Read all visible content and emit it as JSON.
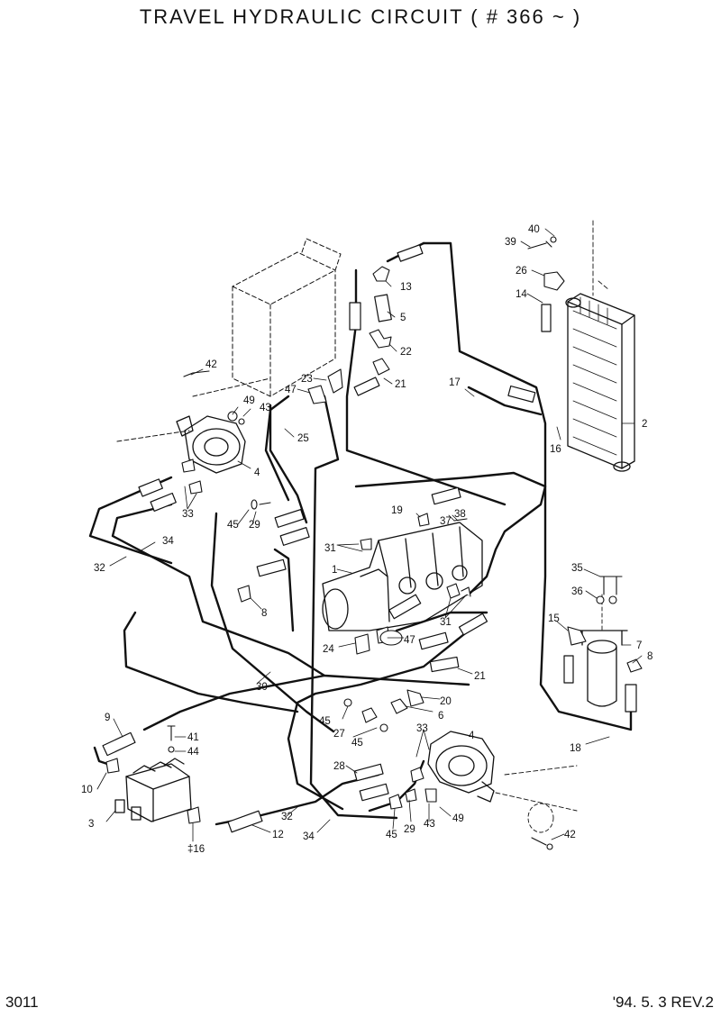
{
  "title": "TRAVEL  HYDRAULIC  CIRCUIT  ( # 366 ~ )",
  "page_number": "3011",
  "revision": "'94. 5. 3 REV.2",
  "part_labels": [
    {
      "id": "p1",
      "text": "1"
    },
    {
      "id": "p2",
      "text": "2"
    },
    {
      "id": "p3",
      "text": "3"
    },
    {
      "id": "p4a",
      "text": "4"
    },
    {
      "id": "p4b",
      "text": "4"
    },
    {
      "id": "p5",
      "text": "5"
    },
    {
      "id": "p6",
      "text": "6"
    },
    {
      "id": "p7",
      "text": "7"
    },
    {
      "id": "p8a",
      "text": "8"
    },
    {
      "id": "p8b",
      "text": "8"
    },
    {
      "id": "p9",
      "text": "9"
    },
    {
      "id": "p10",
      "text": "10"
    },
    {
      "id": "p12",
      "text": "12"
    },
    {
      "id": "p13",
      "text": "13"
    },
    {
      "id": "p14",
      "text": "14"
    },
    {
      "id": "p15",
      "text": "15"
    },
    {
      "id": "p16a",
      "text": "16"
    },
    {
      "id": "p16b",
      "text": "‡16"
    },
    {
      "id": "p17",
      "text": "17"
    },
    {
      "id": "p18",
      "text": "18"
    },
    {
      "id": "p19",
      "text": "19"
    },
    {
      "id": "p20",
      "text": "20"
    },
    {
      "id": "p21a",
      "text": "21"
    },
    {
      "id": "p21b",
      "text": "21"
    },
    {
      "id": "p22",
      "text": "22"
    },
    {
      "id": "p23",
      "text": "23"
    },
    {
      "id": "p24",
      "text": "24"
    },
    {
      "id": "p25",
      "text": "25"
    },
    {
      "id": "p26",
      "text": "26"
    },
    {
      "id": "p27",
      "text": "27"
    },
    {
      "id": "p28",
      "text": "28"
    },
    {
      "id": "p29a",
      "text": "29"
    },
    {
      "id": "p29b",
      "text": "29"
    },
    {
      "id": "p30",
      "text": "30"
    },
    {
      "id": "p31a",
      "text": "31"
    },
    {
      "id": "p31b",
      "text": "31"
    },
    {
      "id": "p32a",
      "text": "32"
    },
    {
      "id": "p32b",
      "text": "32"
    },
    {
      "id": "p33a",
      "text": "33"
    },
    {
      "id": "p33b",
      "text": "33"
    },
    {
      "id": "p34a",
      "text": "34"
    },
    {
      "id": "p34b",
      "text": "34"
    },
    {
      "id": "p35",
      "text": "35"
    },
    {
      "id": "p36",
      "text": "36"
    },
    {
      "id": "p37",
      "text": "37"
    },
    {
      "id": "p38",
      "text": "38"
    },
    {
      "id": "p39",
      "text": "39"
    },
    {
      "id": "p40",
      "text": "40"
    },
    {
      "id": "p41",
      "text": "41"
    },
    {
      "id": "p42a",
      "text": "42"
    },
    {
      "id": "p42b",
      "text": "42"
    },
    {
      "id": "p43a",
      "text": "43"
    },
    {
      "id": "p43b",
      "text": "43"
    },
    {
      "id": "p44",
      "text": "44"
    },
    {
      "id": "p45a",
      "text": "45"
    },
    {
      "id": "p45b",
      "text": "45"
    },
    {
      "id": "p45c",
      "text": "45"
    },
    {
      "id": "p45d",
      "text": "45"
    },
    {
      "id": "p47a",
      "text": "47"
    },
    {
      "id": "p47b",
      "text": "47"
    },
    {
      "id": "p49a",
      "text": "49"
    },
    {
      "id": "p49b",
      "text": "49"
    }
  ]
}
